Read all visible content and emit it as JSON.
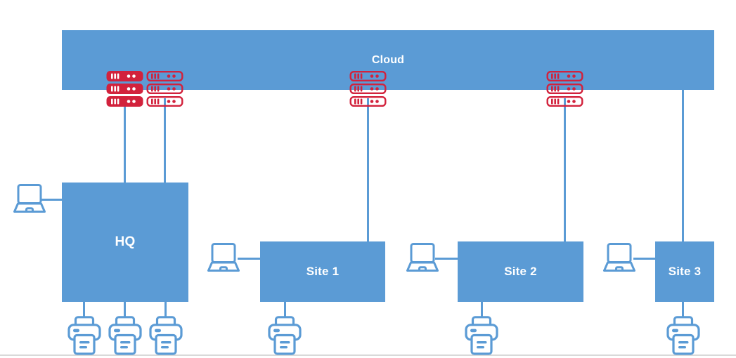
{
  "colors": {
    "node-blue": "#5B9BD5",
    "accent-red": "#D2223C",
    "label-white": "#FFFFFF",
    "page-divider": "#D9D9D9"
  },
  "nodes": {
    "cloud": {
      "label": "Cloud"
    },
    "hq": {
      "label": "HQ"
    },
    "site1": {
      "label": "Site 1"
    },
    "site2": {
      "label": "Site 2"
    },
    "site3": {
      "label": "Site 3"
    }
  },
  "icons": {
    "server_rack_solid": "server-rack-solid-icon",
    "server_rack_outline": "server-rack-outline-icon",
    "laptop": "laptop-icon",
    "printer": "printer-icon"
  }
}
